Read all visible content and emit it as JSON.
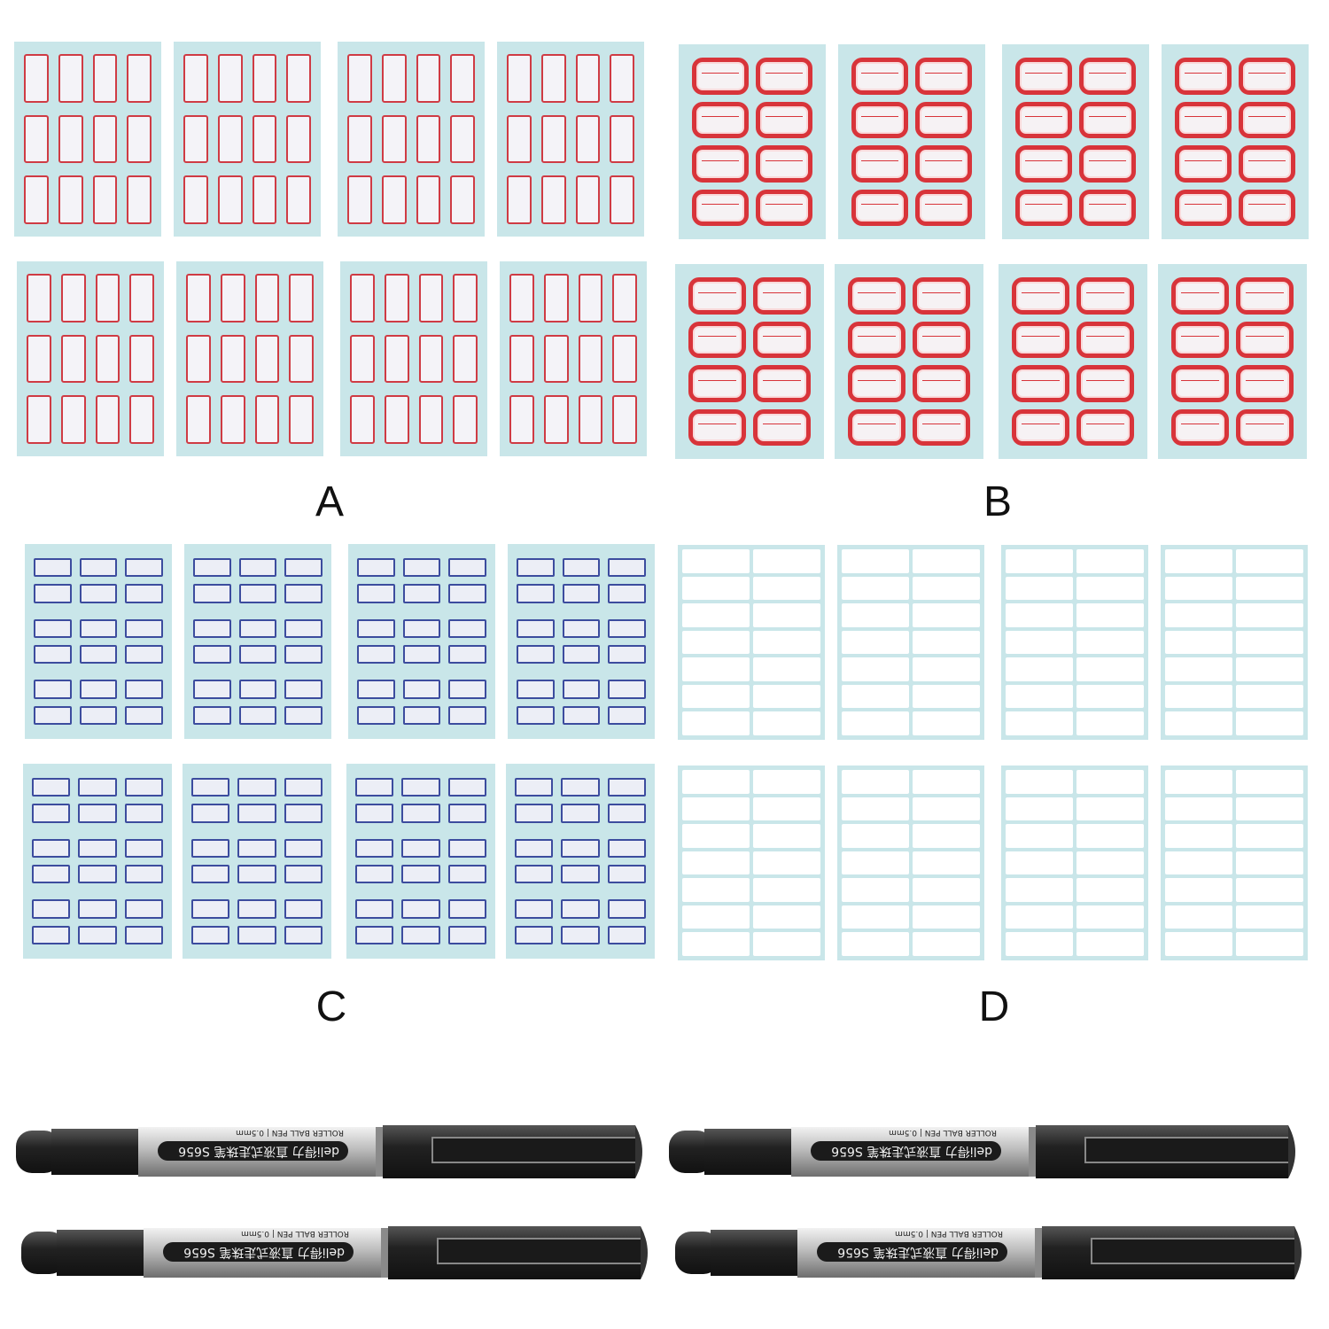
{
  "groups": [
    {
      "letter": "A",
      "style": "red-rectangle"
    },
    {
      "letter": "B",
      "style": "red-octagon"
    },
    {
      "letter": "C",
      "style": "blue-rectangle"
    },
    {
      "letter": "D",
      "style": "plain-white"
    }
  ],
  "pens": {
    "brand": "deli得力",
    "model": "S656",
    "chinese_text": "直液式走珠笔",
    "type_text": "ROLLER BALL PEN",
    "size_text": "0.5mm",
    "count": 4
  },
  "colors": {
    "sheet_background": "#c9e6e9",
    "label_red": "#cf3b44",
    "label_blue": "#3c4c9e",
    "pen_body": "#2a2a2a",
    "pen_barrel": "#c8c8c8"
  }
}
